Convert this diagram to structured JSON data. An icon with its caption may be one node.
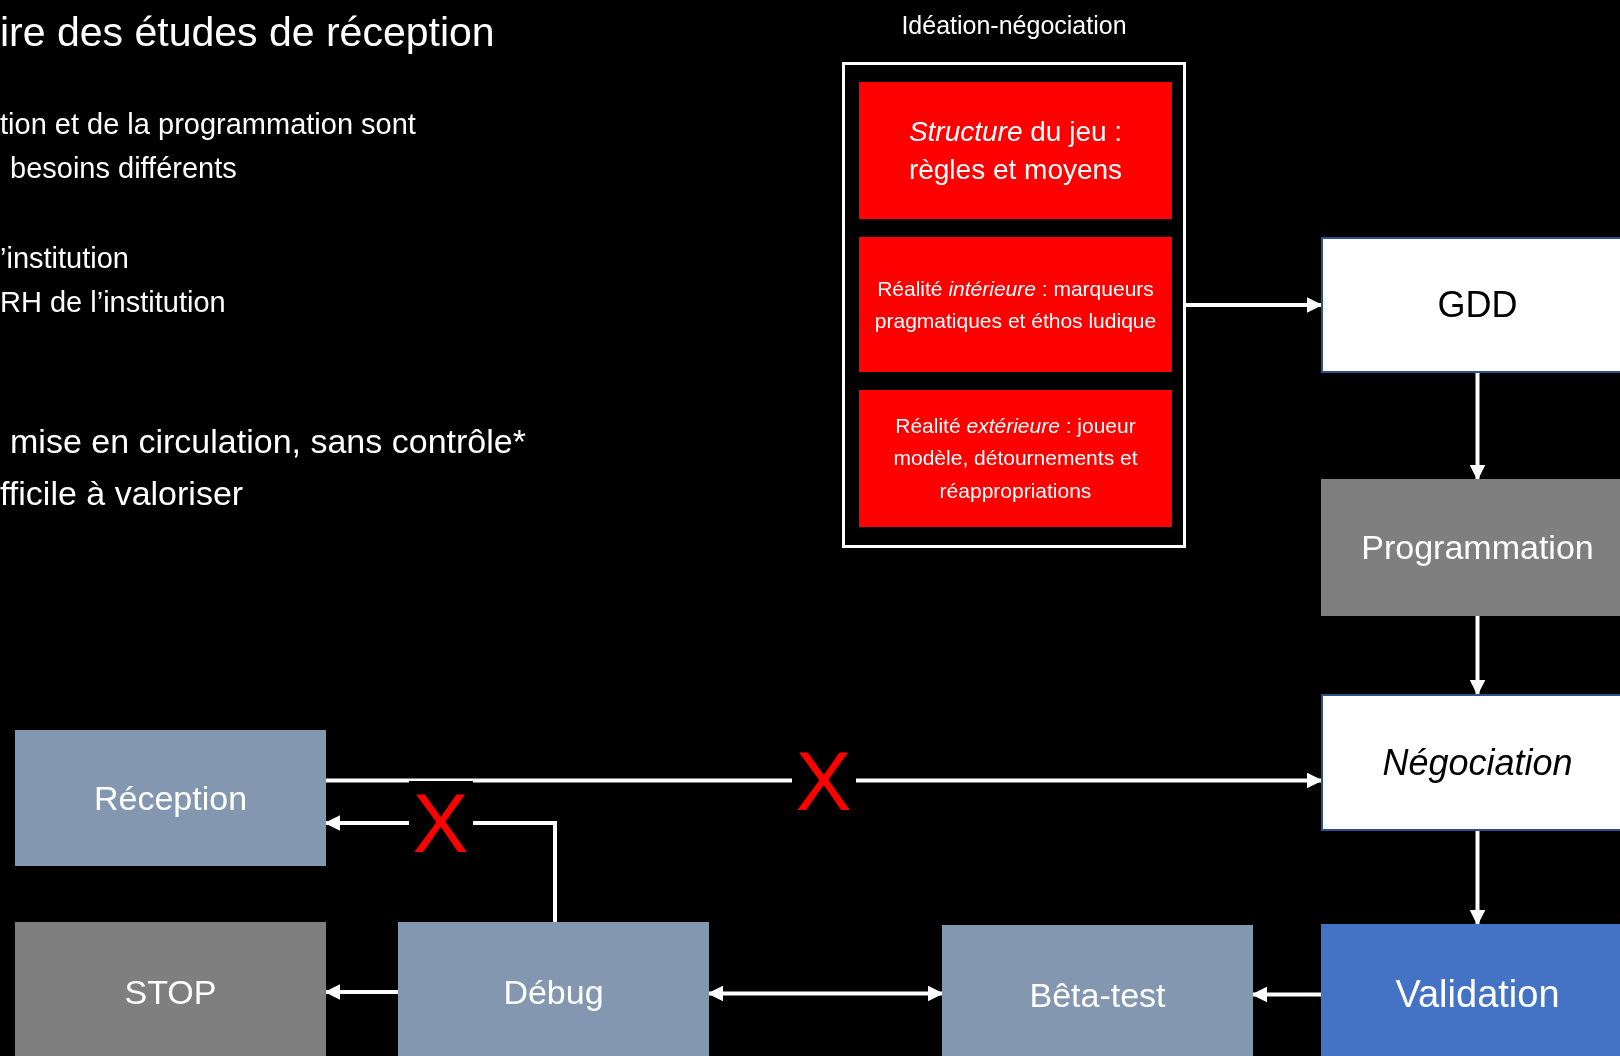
{
  "diagram": {
    "title": "ire des études de réception",
    "nodes": [
      {
        "text": [
          "Idéation-négociation"
        ]
      },
      {
        "text": [
          "*Structure* du jeu : règles et moyens"
        ],
        "in": 0
      },
      {
        "text": [
          "Réalité *intérieure* : marqueurs pragmatiques et éthos ludique"
        ],
        "in": 0
      },
      {
        "text": [
          "Réalité *extérieure* : joueur modèle, détournements et réappropriations"
        ],
        "in": 0
      },
      {
        "text": [
          "GDD"
        ]
      },
      {
        "text": [
          "Programmation"
        ]
      },
      {
        "text": [
          "Négociation"
        ]
      },
      {
        "text": [
          "Validation"
        ]
      },
      {
        "text": [
          "Réception"
        ]
      },
      {
        "text": [
          "STOP"
        ]
      },
      {
        "text": [
          "Débug"
        ]
      },
      {
        "text": [
          "Bêta-test"
        ]
      }
    ],
    "edges": [
      {
        "from": 0,
        "to": 4,
        "arrow": "to"
      },
      {
        "from": 4,
        "to": 5,
        "arrow": "to"
      },
      {
        "from": 5,
        "to": 6,
        "arrow": "to"
      },
      {
        "from": 6,
        "to": 7,
        "arrow": "to"
      },
      {
        "from": 7,
        "to": 11,
        "arrow": "to"
      },
      {
        "from": 10,
        "to": 11,
        "arrow": "both"
      },
      {
        "from": 10,
        "to": 9,
        "arrow": "to"
      },
      {
        "from": 10,
        "to": 8,
        "arrow": "to",
        "label": "X"
      },
      {
        "from": 8,
        "to": 6,
        "arrow": "to",
        "label": "X"
      }
    ],
    "labels": [
      "tion et de la programmation sont",
      "besoins différents",
      "’institution",
      "RH de l’institution",
      "mise en circulation, sans contrôle*",
      "fficile à valoriser"
    ]
  }
}
